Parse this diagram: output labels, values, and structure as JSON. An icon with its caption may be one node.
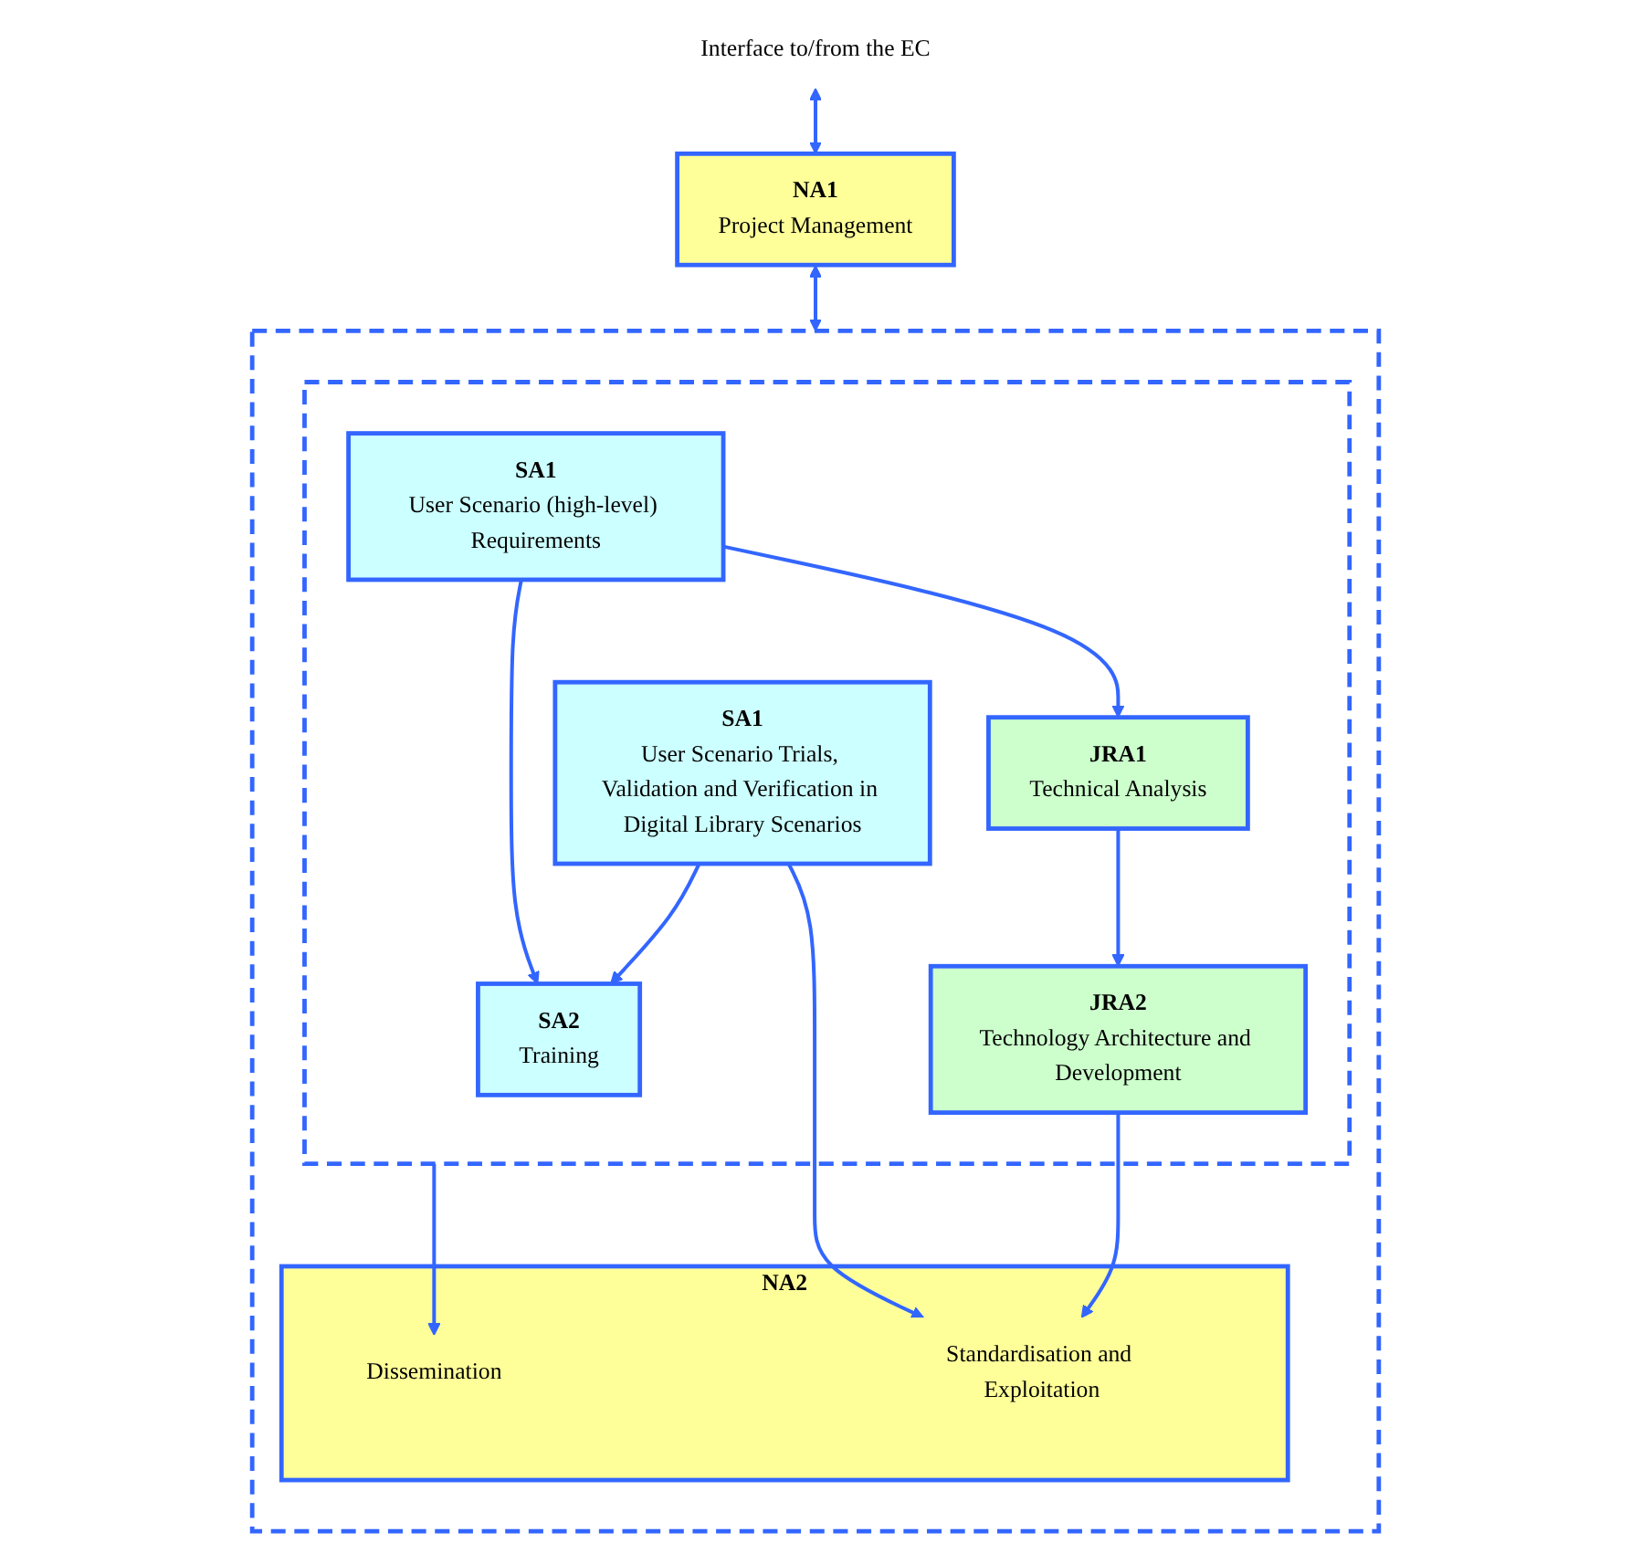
{
  "diagram": {
    "nodes": [
      {
        "text": [
          "Interface to/from the EC"
        ]
      },
      {
        "text": [
          "NA1",
          "Project Management"
        ]
      },
      {
        "text": [],
        "shape": "box"
      },
      {
        "text": [],
        "shape": "box",
        "in": 2
      },
      {
        "text": [
          "SA1",
          "User Scenario (high-level) Requirements"
        ],
        "in": 3
      },
      {
        "text": [
          "JRA1",
          "Technical Analysis"
        ],
        "in": 3
      },
      {
        "text": [
          "JRA2",
          "Technology Architecture and Development"
        ],
        "in": 3
      },
      {
        "text": [
          "SA2",
          "Training"
        ],
        "in": 3
      },
      {
        "text": [
          "SA1",
          "User Scenario Trials, Validation and Verification in Digital Library Scenarios"
        ],
        "in": 3
      },
      {
        "text": [
          "NA2"
        ],
        "in": 2
      },
      {
        "text": [
          "Dissemination"
        ],
        "in": 9
      },
      {
        "text": [
          "Standardisation and Exploitation"
        ],
        "in": 9
      }
    ],
    "edges": [
      {
        "from": 0,
        "to": 1,
        "arrow": "both"
      },
      {
        "from": 1,
        "to": 2,
        "arrow": "both"
      },
      {
        "from": 4,
        "to": 5,
        "arrow": "to"
      },
      {
        "from": 5,
        "to": 6,
        "arrow": "to"
      },
      {
        "from": 4,
        "to": 7,
        "arrow": "to"
      },
      {
        "from": 8,
        "to": 7,
        "arrow": "to"
      },
      {
        "from": 3,
        "to": 10,
        "arrow": "to"
      },
      {
        "from": 8,
        "to": 11,
        "arrow": "to"
      },
      {
        "from": 6,
        "to": 11,
        "arrow": "to"
      }
    ]
  }
}
